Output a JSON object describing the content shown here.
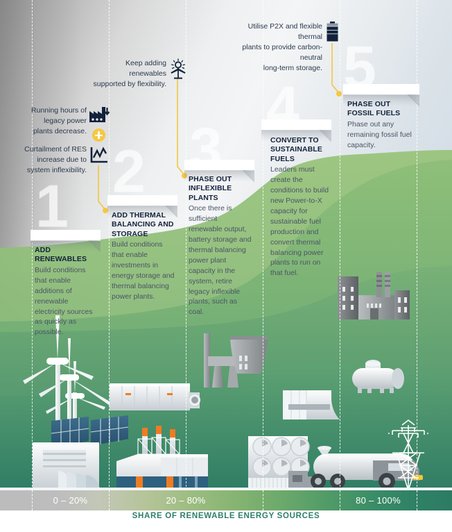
{
  "callouts": [
    {
      "id": "legacy-running-hours",
      "lines": [
        "Running hours of",
        "legacy power",
        "plants decrease."
      ],
      "icon": "factory-declining-icon"
    },
    {
      "id": "curtailment-res",
      "lines": [
        "Curtailment of RES",
        "increase due to",
        "system inflexibility."
      ],
      "icon": "chart-volatility-icon"
    },
    {
      "id": "keep-adding-renewables",
      "lines": [
        "Keep adding renewables",
        "supported by flexibility."
      ],
      "icon": "wind-turbine-energy-icon"
    },
    {
      "id": "p2x-storage",
      "lines": [
        "Utilise P2X and flexible thermal",
        "plants to provide carbon-neutral",
        "long-term storage."
      ],
      "icon": "battery-storage-icon"
    }
  ],
  "plus_icon": "plus-circle-icon",
  "steps": [
    {
      "number": "1",
      "title": "ADD RENEWABLES",
      "body": "Build conditions that enable additions of renewable electricity sources as quickly as possible."
    },
    {
      "number": "2",
      "title": "ADD THERMAL BALANCING AND STORAGE",
      "body": "Build conditions that enable investments in energy storage and thermal balancing power plants."
    },
    {
      "number": "3",
      "title": "PHASE OUT INFLEXIBLE PLANTS",
      "body": "Once there is sufficient renewable output, battery storage and thermal balancing power plant capacity in the system, retire legacy inflexible plants, such as coal."
    },
    {
      "number": "4",
      "title": "CONVERT TO SUSTAINABLE FUELS",
      "body": "Leaders must create the conditions to build new Power-to-X capacity for sustainable fuel production and convert thermal balancing power plants to run on that fuel."
    },
    {
      "number": "5",
      "title": "PHASE OUT FOSSIL FUELS",
      "body": "Phase out any remaining fossil fuel capacity."
    }
  ],
  "scale": {
    "segments": [
      {
        "label": "0 – 20%"
      },
      {
        "label": "20 – 80%"
      },
      {
        "label": "80 – 100%"
      }
    ],
    "caption": "SHARE OF RENEWABLE ENERGY SOURCES"
  },
  "colors": {
    "accent_yellow": "#f5c842",
    "title_navy": "#13223c",
    "body_grey": "#4b5565",
    "caption_green": "#2e7d6b",
    "scale_start": "#bcbcbc",
    "scale_end": "#2c7c63"
  }
}
